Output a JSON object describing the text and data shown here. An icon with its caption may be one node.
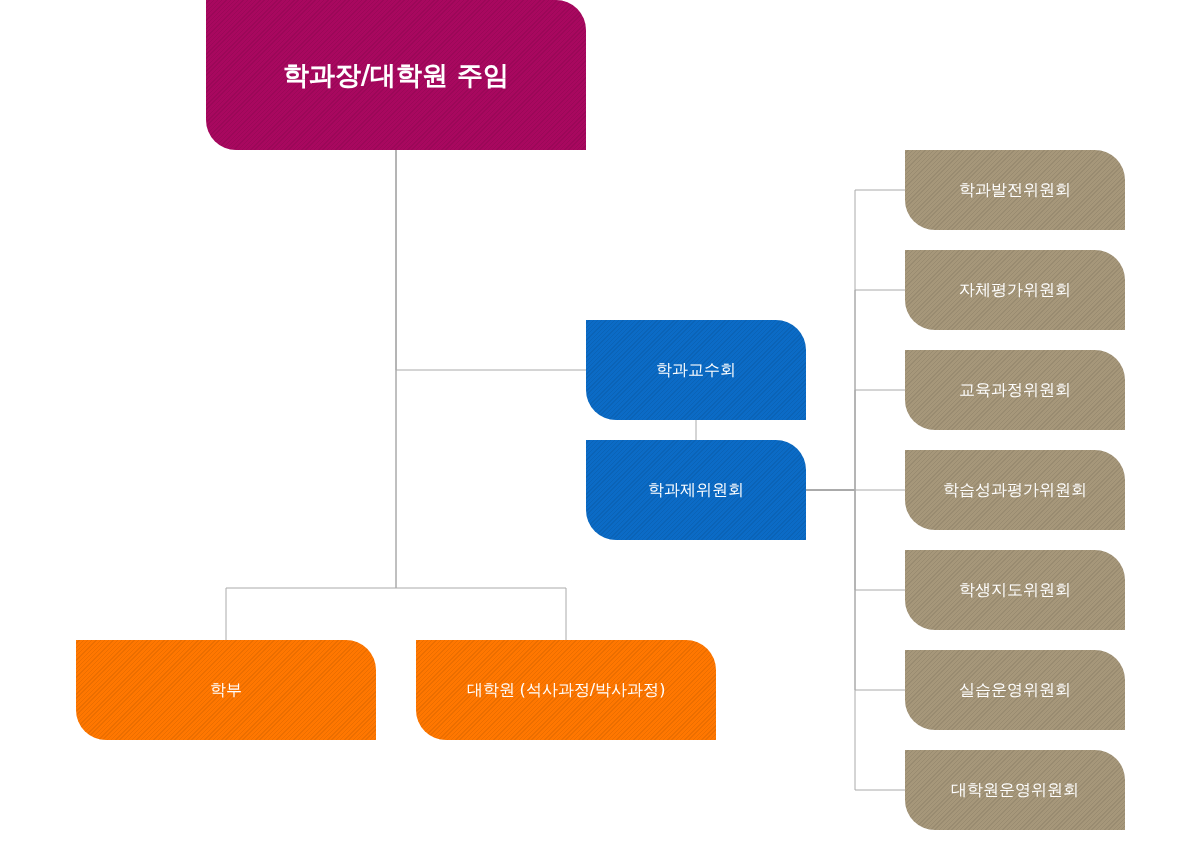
{
  "diagram": {
    "nodes": [
      {
        "text": [
          "학과장/대학원 주임"
        ]
      },
      {
        "text": [
          "학과교수회"
        ]
      },
      {
        "text": [
          "학과제위원회"
        ]
      },
      {
        "text": [
          "학부"
        ]
      },
      {
        "text": [
          "대학원 (석사과정/박사과정)"
        ]
      },
      {
        "text": [
          "학과발전위원회"
        ]
      },
      {
        "text": [
          "자체평가위원회"
        ]
      },
      {
        "text": [
          "교육과정위원회"
        ]
      },
      {
        "text": [
          "학습성과평가위원회"
        ]
      },
      {
        "text": [
          "학생지도위원회"
        ]
      },
      {
        "text": [
          "실습운영위원회"
        ]
      },
      {
        "text": [
          "대학원운영위원회"
        ]
      }
    ],
    "edges": [
      {
        "from": 0,
        "to": 1,
        "arrow": "none"
      },
      {
        "from": 0,
        "to": 3,
        "arrow": "none"
      },
      {
        "from": 0,
        "to": 4,
        "arrow": "none"
      },
      {
        "from": 1,
        "to": 2,
        "arrow": "none"
      },
      {
        "from": 2,
        "to": 5,
        "arrow": "none"
      },
      {
        "from": 2,
        "to": 6,
        "arrow": "none"
      },
      {
        "from": 2,
        "to": 7,
        "arrow": "none"
      },
      {
        "from": 2,
        "to": 8,
        "arrow": "none"
      },
      {
        "from": 2,
        "to": 9,
        "arrow": "none"
      },
      {
        "from": 2,
        "to": 10,
        "arrow": "none"
      },
      {
        "from": 2,
        "to": 11,
        "arrow": "none"
      }
    ]
  }
}
